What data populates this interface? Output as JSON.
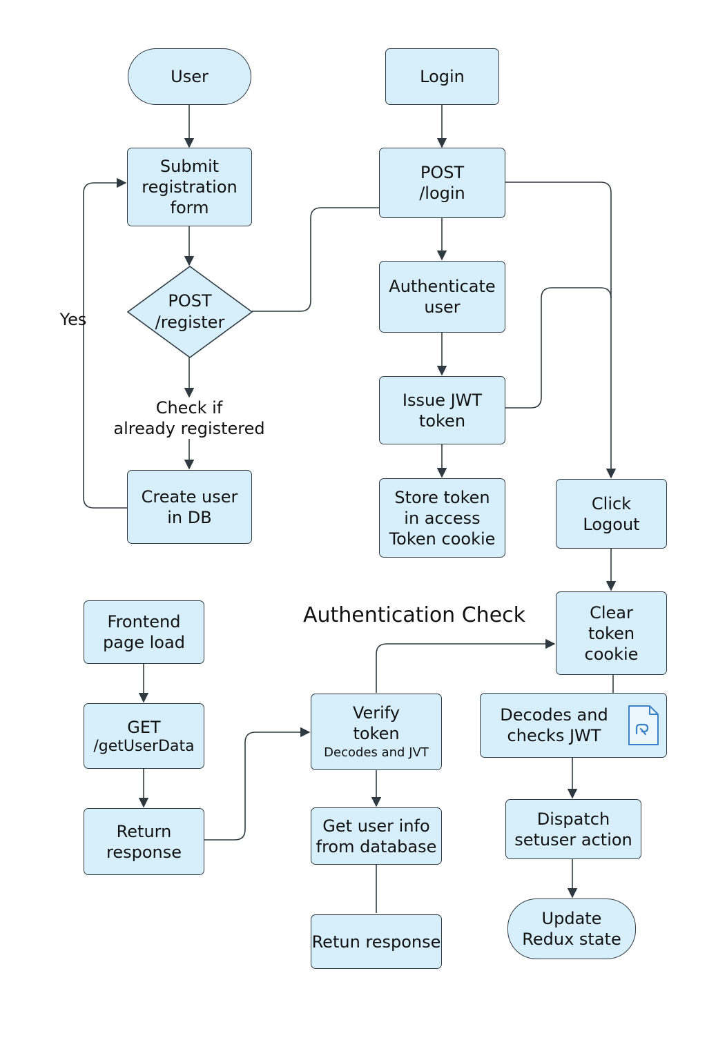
{
  "title": "Authentication Check",
  "nodes": {
    "user": "User",
    "submit_form": "Submit\nregistration\nform",
    "post_register": "POST\n/register",
    "check_registered": "Check  if\nalready registered",
    "create_user": "Create user\nin DB",
    "yes_label": "Yes",
    "login": "Login",
    "post_login": "POST\n/login",
    "authenticate": "Authenticate\nuser",
    "issue_jwt": "Issue JWT\ntoken",
    "store_token": "Store token\nin access\nToken cookie",
    "click_logout": "Click\nLogout",
    "clear_cookie": "Clear\ntoken\ncookie",
    "frontend_load": "Frontend\npage load",
    "get_user_data_method": "GET",
    "get_user_data_path": "/getUserData",
    "return_response_left": "Return\nresponse",
    "verify_token": "Verify\ntoken",
    "verify_token_sub": "Decodes and JVT",
    "get_user_info": "Get user info\nfrom database",
    "return_response_mid": "Retun response",
    "decodes_checks": "Decodes and\nchecks JWT",
    "dispatch": "Dispatch\nsetuser action",
    "update_redux": "Update\nRedux state"
  },
  "icons": {
    "document": "document-icon"
  },
  "colors": {
    "node_fill": "#d6effb",
    "stroke": "#2f3a40",
    "icon": "#3b82c4"
  }
}
